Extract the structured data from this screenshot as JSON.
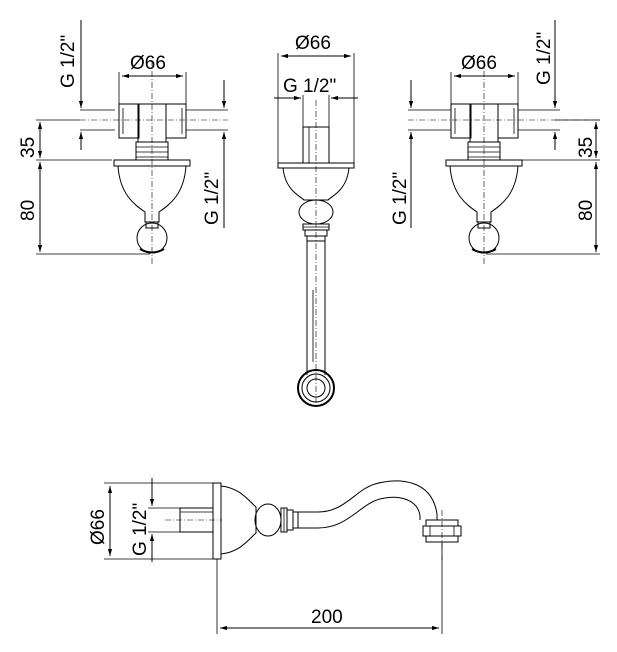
{
  "drawing": {
    "left_unit": {
      "dia": "Ø66",
      "thread_top": "G 1/2\"",
      "h35": "35",
      "h80": "80",
      "thread_side": "G 1/2\""
    },
    "spout_front": {
      "dia": "Ø66",
      "thread": "G 1/2\""
    },
    "right_unit": {
      "dia": "Ø66",
      "thread_top": "G 1/2\"",
      "h35": "35",
      "h80": "80",
      "thread_side": "G 1/2\""
    },
    "spout_side": {
      "dia": "Ø66",
      "thread": "G 1/2\"",
      "projection": "200"
    }
  }
}
